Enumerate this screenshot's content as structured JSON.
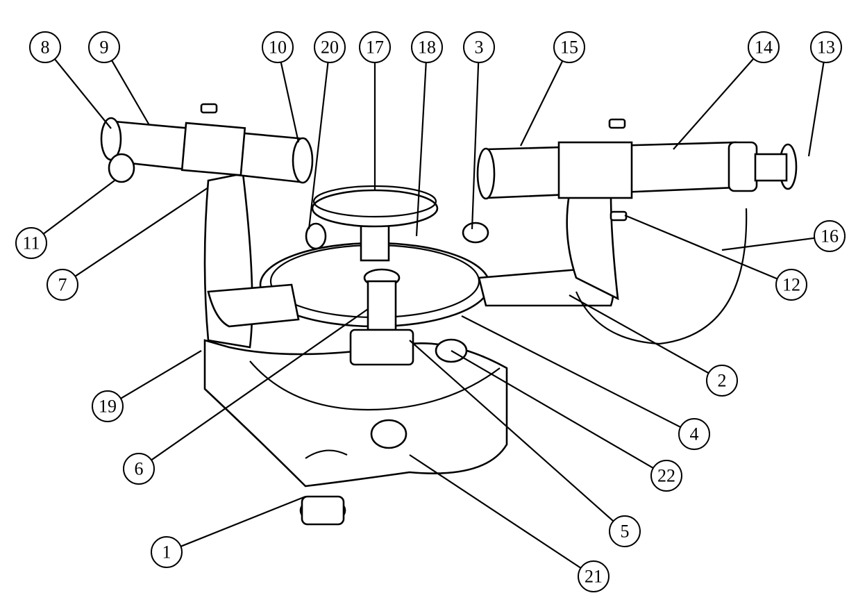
{
  "diagram": {
    "subject": "spectrometer",
    "callouts": [
      "1",
      "2",
      "3",
      "4",
      "5",
      "6",
      "7",
      "8",
      "9",
      "10",
      "11",
      "12",
      "13",
      "14",
      "15",
      "16",
      "17",
      "18",
      "19",
      "20",
      "21",
      "22"
    ]
  }
}
